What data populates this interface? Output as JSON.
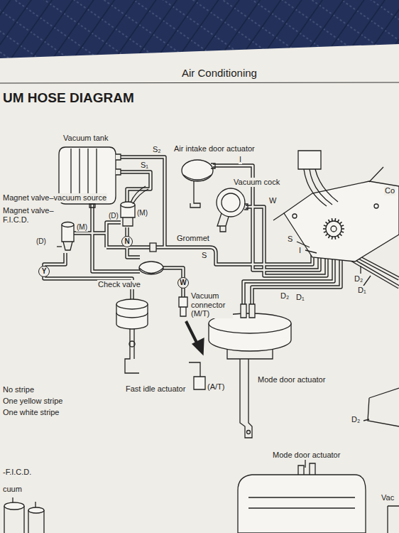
{
  "diagram": {
    "title": "UM HOSE DIAGRAM",
    "nodes": [
      {
        "text": [
          "N"
        ]
      },
      {
        "text": [
          "Y"
        ]
      },
      {
        "text": [
          "W"
        ]
      }
    ],
    "labels": [
      "Air Conditioning",
      "Vacuum tank",
      "S₂",
      "S₁",
      "Air intake door actuator",
      "I",
      "Vacuum cock",
      "W",
      "Magnet valve–vacuum source",
      "Magnet valve–F.I.C.D.",
      "(M)",
      "(M)",
      "(D)",
      "(D)",
      "Grommet",
      "S",
      "S",
      "I",
      "D₂",
      "D₁",
      "Check valve",
      "Vacuum connector (M/T)",
      "D₂",
      "D₁",
      "Mode door actuator",
      "(A/T)",
      "Fast idle actuator",
      "No stripe",
      "One yellow stripe",
      "One white stripe",
      "Co",
      "D₂",
      "Mode door actuator",
      "-F.I.C.D.",
      "cuum",
      "Vac"
    ]
  }
}
